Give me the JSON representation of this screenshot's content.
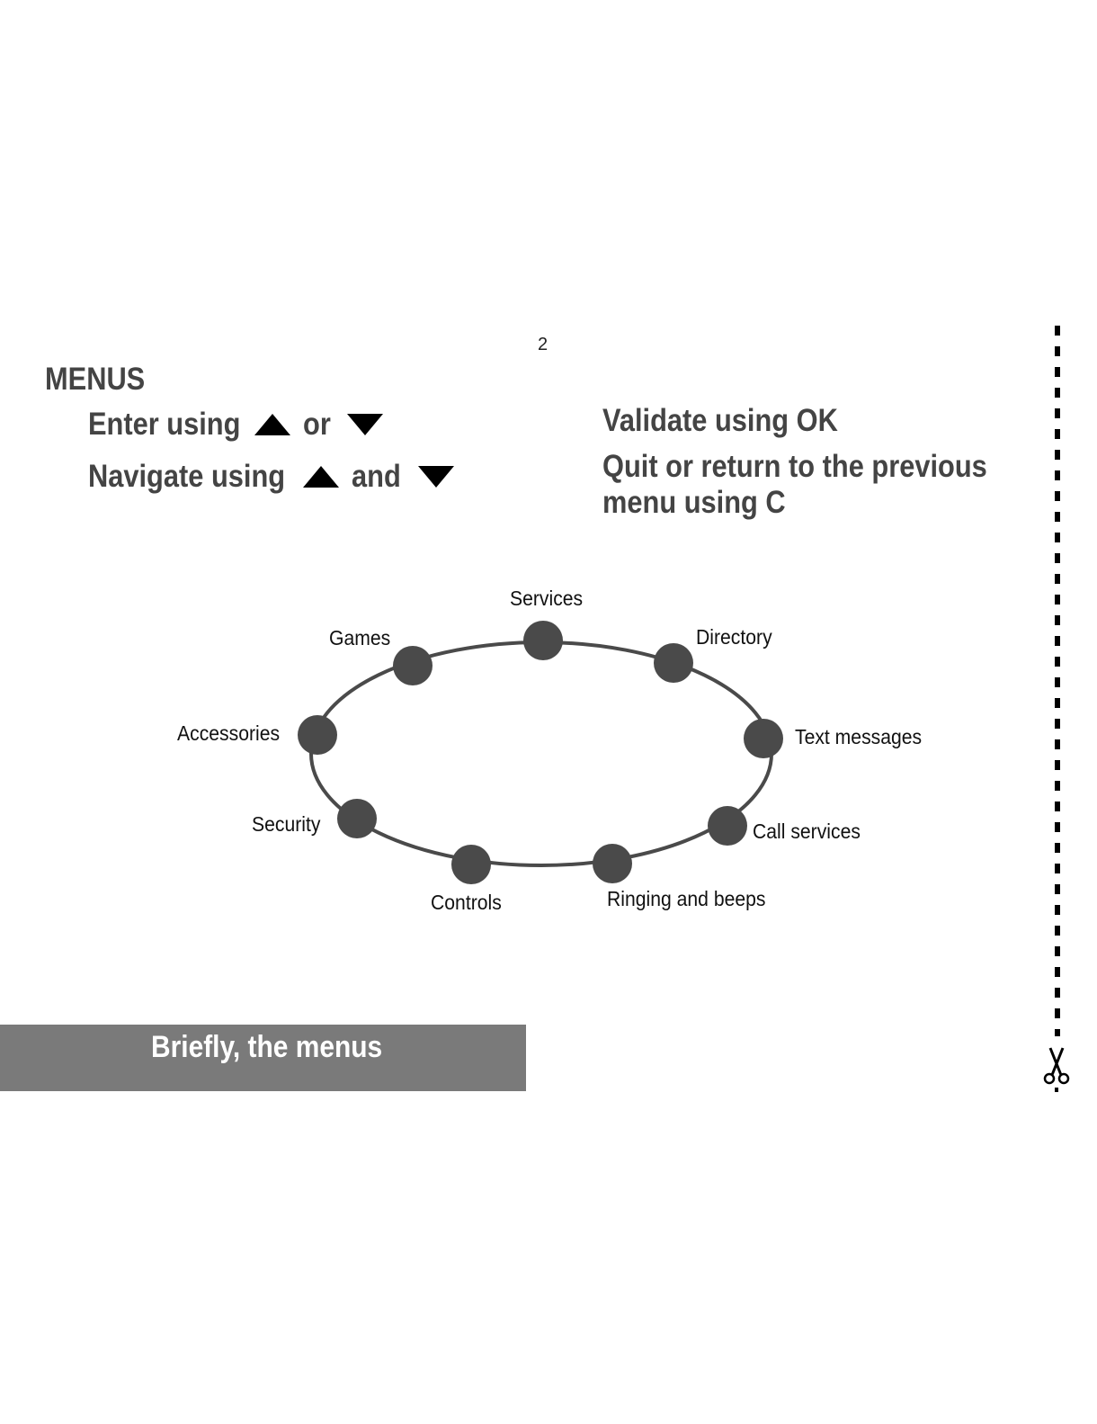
{
  "page_number": "2",
  "title": "MENUS",
  "instructions": {
    "enter": {
      "prefix": "Enter using",
      "conjunction": "or",
      "icons": [
        "up-arrow-icon",
        "down-arrow-icon"
      ]
    },
    "navigate": {
      "prefix": "Navigate using",
      "conjunction": "and",
      "icons": [
        "up-arrow-icon",
        "down-arrow-icon"
      ]
    },
    "validate": "Validate using OK",
    "quit_line1": "Quit or return to the previous",
    "quit_line2": "menu using C"
  },
  "menu_ring": {
    "items": [
      "Services",
      "Directory",
      "Text messages",
      "Call services",
      "Ringing and beeps",
      "Controls",
      "Security",
      "Accessories",
      "Games"
    ]
  },
  "banner": {
    "text": "Briefly, the menus"
  },
  "colors": {
    "text_dark": "#444444",
    "node": "#4a4a4a",
    "banner_bg": "#7a7a7a",
    "banner_text": "#ffffff"
  },
  "decorations": {
    "cut_line": "dashed-cut-line",
    "scissors": "scissors-icon"
  }
}
